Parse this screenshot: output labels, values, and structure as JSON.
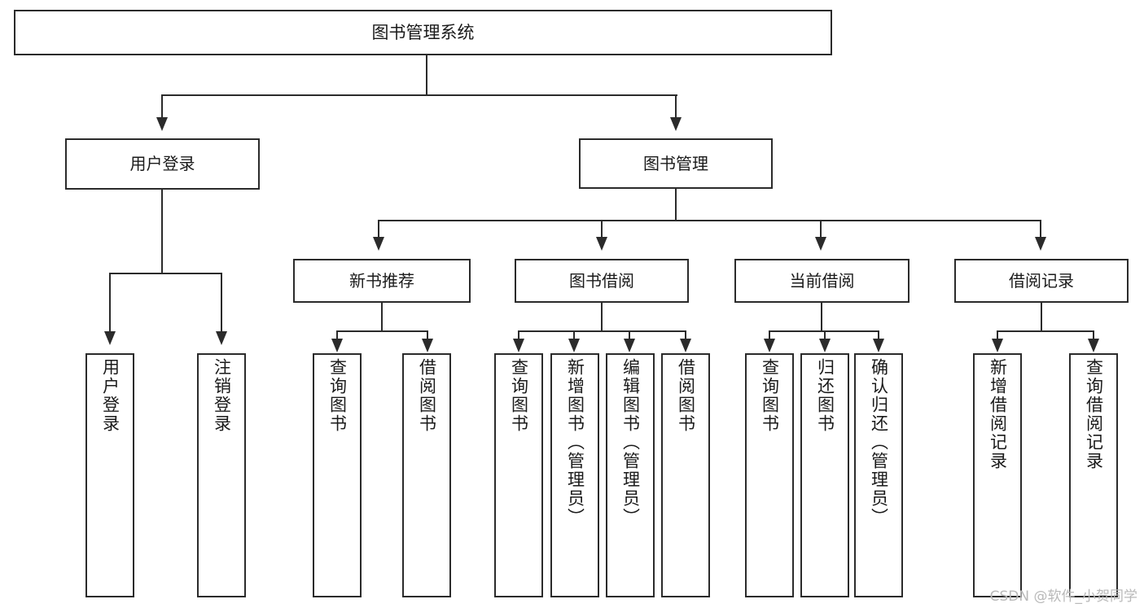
{
  "diagram": {
    "title": "图书管理系统",
    "watermark": "CSDN @软件_小贺同学",
    "line_color": "#2b2b2b",
    "box_fill": "#ffffff",
    "text_color": "#1a1a1a",
    "watermark_color": "#b9b9b9"
  },
  "nodes": {
    "root": {
      "label": "图书管理系统"
    },
    "level1": [
      {
        "label": "用户登录"
      },
      {
        "label": "图书管理"
      }
    ],
    "level2": [
      {
        "label": "新书推荐"
      },
      {
        "label": "图书借阅"
      },
      {
        "label": "当前借阅"
      },
      {
        "label": "借阅记录"
      }
    ],
    "leaves": {
      "user_login": [
        {
          "label": "用户登录"
        },
        {
          "label": "注销登录"
        }
      ],
      "new_book_recommend": [
        {
          "label": "查询图书"
        },
        {
          "label": "借阅图书"
        }
      ],
      "book_borrow": [
        {
          "label": "查询图书"
        },
        {
          "label": "新增图书（管理员）"
        },
        {
          "label": "编辑图书（管理员）"
        },
        {
          "label": "借阅图书"
        }
      ],
      "current_borrow": [
        {
          "label": "查询图书"
        },
        {
          "label": "归还图书"
        },
        {
          "label": "确认归还（管理员）"
        }
      ],
      "borrow_record": [
        {
          "label": "新增借阅记录"
        },
        {
          "label": "查询借阅记录"
        }
      ]
    }
  }
}
